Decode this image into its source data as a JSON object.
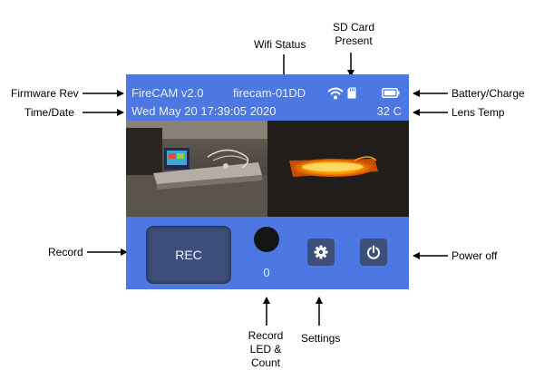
{
  "annotations": {
    "wifi_status": "Wifi Status",
    "sd_card_line1": "SD Card",
    "sd_card_line2": "Present",
    "firmware_rev": "Firmware Rev",
    "time_date": "Time/Date",
    "battery_charge": "Battery/Charge",
    "lens_temp": "Lens Temp",
    "record": "Record",
    "power_off": "Power off",
    "record_led_line1": "Record",
    "record_led_line2": "LED &",
    "record_led_line3": "Count",
    "settings": "Settings"
  },
  "device": {
    "firmware": "FireCAM v2.0",
    "hostname": "firecam-01DD",
    "datetime": "Wed May 20 17:39:05 2020",
    "lens_temp": "32 C",
    "rec_label": "REC",
    "record_count": "0"
  },
  "icons": {
    "wifi": "wifi-icon",
    "sd_card": "sd-card-icon",
    "battery": "battery-icon",
    "settings": "gear-icon",
    "power": "power-icon"
  },
  "colors": {
    "screen_bg": "#4d78e3",
    "button_bg": "#3e4e7a",
    "header_text": "#e8eeff",
    "thermal_hot": "#ffb000"
  }
}
